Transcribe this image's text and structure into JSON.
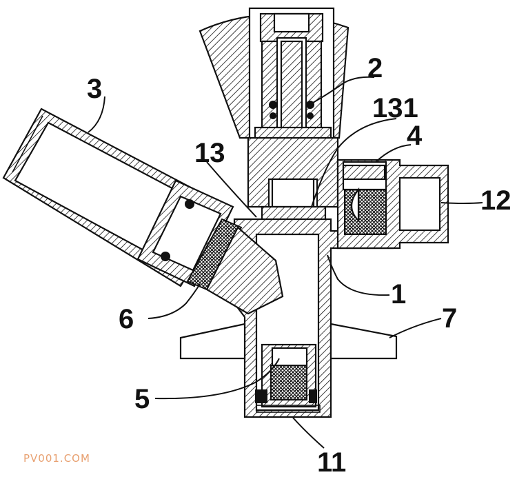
{
  "labels": {
    "l1": "1",
    "l2": "2",
    "l3": "3",
    "l4": "4",
    "l5": "5",
    "l6": "6",
    "l7": "7",
    "l11": "11",
    "l12": "12",
    "l13": "13",
    "l131": "131"
  },
  "watermark": "PV001.COM",
  "colors": {
    "line": "#111111",
    "background": "#ffffff",
    "watermark": "#e8a070"
  }
}
